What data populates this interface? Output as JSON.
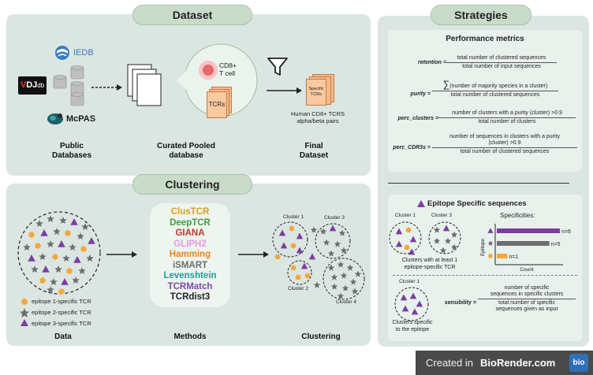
{
  "dataset": {
    "title": "Dataset",
    "db_iedb": "IEDB",
    "db_vdj_v": "V",
    "db_vdj_dj": "DJ",
    "db_vdj_db": "db",
    "db_mcpas": "McPAS",
    "label_public": "Public\nDatabases",
    "label_curated": "Curated Pooled\ndatabase",
    "label_final": "Final\nDataset",
    "bubble_cd8": "CD8+\nT cell",
    "bubble_tcrs": "TCRs",
    "final_stack": "Specific\nTCRs",
    "final_caption": "Human CD8+ TCRS\nalpha/beta pairs"
  },
  "clustering": {
    "title": "Clustering",
    "legend": [
      {
        "label": "epitope 1-specific TCR"
      },
      {
        "label": "epitope 2-specific TCR"
      },
      {
        "label": "epitope 3-specific TCR"
      }
    ],
    "label_data": "Data",
    "label_methods": "Methods",
    "label_clustering": "Clustering",
    "methods": [
      {
        "name": "ClusTCR",
        "color": "#d8a21b"
      },
      {
        "name": "DeepTCR",
        "color": "#3f9e3f"
      },
      {
        "name": "GIANA",
        "color": "#c0392b"
      },
      {
        "name": "GLIPH2",
        "color": "#e59ae0"
      },
      {
        "name": "Hamming",
        "color": "#e8871e"
      },
      {
        "name": "iSMART",
        "color": "#6d6d6d"
      },
      {
        "name": "Levenshtein",
        "color": "#1f9c9c"
      },
      {
        "name": "TCRMatch",
        "color": "#7b4aa8"
      },
      {
        "name": "TCRdist3",
        "color": "#222222"
      }
    ],
    "clusters": [
      {
        "label": "Cluster 1"
      },
      {
        "label": "Cluster 2"
      },
      {
        "label": "Cluster 3"
      },
      {
        "label": "Cluster 4"
      }
    ]
  },
  "strategies": {
    "title": "Strategies",
    "performance_title": "Performance metrics",
    "metrics": [
      {
        "name": "retention =",
        "numerator": "total number of clustered sequences",
        "denominator": "total number of input sequences"
      },
      {
        "name": "purity =",
        "numerator": "(number of majority species in a cluster)",
        "denominator": "total number of clustered sequences"
      },
      {
        "name": "perc_clusters =",
        "numerator": "number of clusters with a purity (cluster) >0.9",
        "denominator": "total number of clusters"
      },
      {
        "name": "perc_CDR3s =",
        "numerator": "number of sequences in clusters with a purity\n(cluster) >0.9",
        "denominator": "total number of clustered sequences"
      }
    ],
    "sum_symbol": "∑",
    "epitope_title": "Epitope Specific sequences",
    "ep_cluster1": "Cluster 1",
    "ep_cluster3": "Cluster 3",
    "ep_caption": "Clusters with at least 1\nepitope-specific TCR",
    "specificities_title": "Specificities:",
    "bars": [
      {
        "label": "n=6",
        "value": 6,
        "color": "#7a3fa0"
      },
      {
        "label": "n=5",
        "value": 5,
        "color": "#6d6d6d"
      },
      {
        "label": "n=1",
        "value": 1,
        "color": "#f2a93b"
      }
    ],
    "axis_y": "Epitope",
    "axis_x": "Count",
    "ep2_cluster": "Cluster 1",
    "ep2_caption": "Clusters specific\nto the epitope",
    "sensibility_name": "sensibility =",
    "sensibility_num": "number of specific\nsequences in specific clusters",
    "sensibility_den": "total number of specific\nsequences given as input"
  },
  "footer": {
    "text_created": "Created in",
    "text_brand": "BioRender.com",
    "logo": "bio"
  },
  "colors": {
    "panel": "#dbe6e2",
    "pill": "#c9dcc9",
    "epitope1": "#f2a93b",
    "epitope2": "#6d6d6d",
    "epitope3": "#7a3fa0"
  }
}
